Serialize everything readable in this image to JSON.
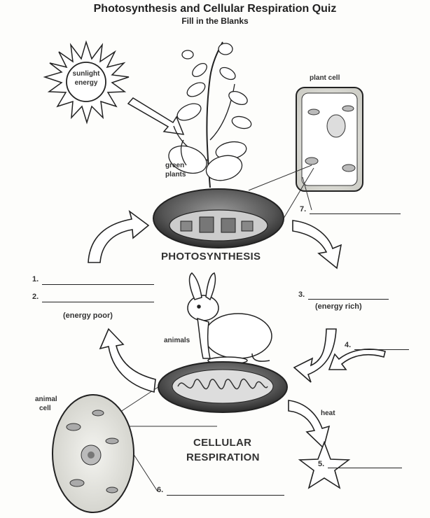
{
  "title": "Photosynthesis and Cellular Respiration Quiz",
  "subtitle": "Fill in the Blanks",
  "sun": {
    "line1": "sunlight",
    "line2": "energy"
  },
  "labels": {
    "plant_cell": "plant cell",
    "green": "green",
    "plants": "plants",
    "photosynthesis": "PHOTOSYNTHESIS",
    "animals": "animals",
    "energy_poor": "(energy poor)",
    "energy_rich": "(energy rich)",
    "heat": "heat",
    "animal": "animal",
    "cell": "cell",
    "cellular": "CELLULAR",
    "respiration": "RESPIRATION"
  },
  "blanks": [
    {
      "number": "1."
    },
    {
      "number": "2."
    },
    {
      "number": "3."
    },
    {
      "number": "4."
    },
    {
      "number": "5."
    },
    {
      "number": "6."
    },
    {
      "number": "7."
    }
  ]
}
